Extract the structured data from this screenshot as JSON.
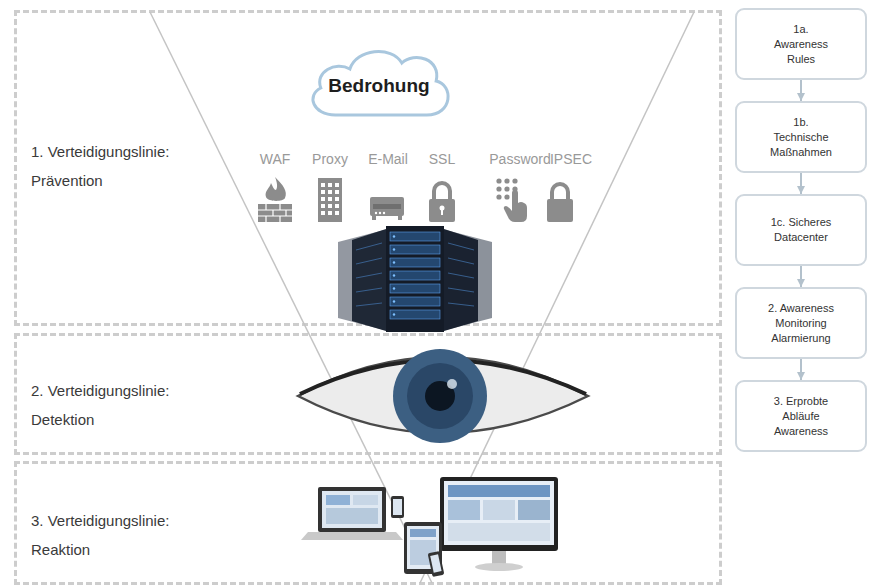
{
  "diagram": {
    "nodes": [
      {
        "text": [
          "1. Verteidigungslinie: Prävention"
        ]
      },
      {
        "text": [
          "Bedrohung"
        ],
        "in": 0
      },
      {
        "text": [
          "2. Verteidigungslinie: Detektion"
        ]
      },
      {
        "text": [
          "3. Verteidigungslinie: Reaktion"
        ]
      },
      {
        "text": [
          "1a. Awareness Rules"
        ]
      },
      {
        "text": [
          "1b. Technische Maßnahmen"
        ]
      },
      {
        "text": [
          "1c. Sicheres Datacenter"
        ]
      },
      {
        "text": [
          "2. Awareness Monitoring Alarmierung"
        ]
      },
      {
        "text": [
          "3. Erprobte Abläufe Awareness"
        ]
      }
    ],
    "edges": [
      {
        "from": 4,
        "to": 5,
        "arrow": "to"
      },
      {
        "from": 5,
        "to": 6,
        "arrow": "to"
      },
      {
        "from": 6,
        "to": 7,
        "arrow": "to"
      },
      {
        "from": 7,
        "to": 8,
        "arrow": "to"
      }
    ],
    "labels": [
      "WAF",
      "Proxy",
      "E-Mail",
      "SSL",
      "Password",
      "IPSEC"
    ]
  }
}
